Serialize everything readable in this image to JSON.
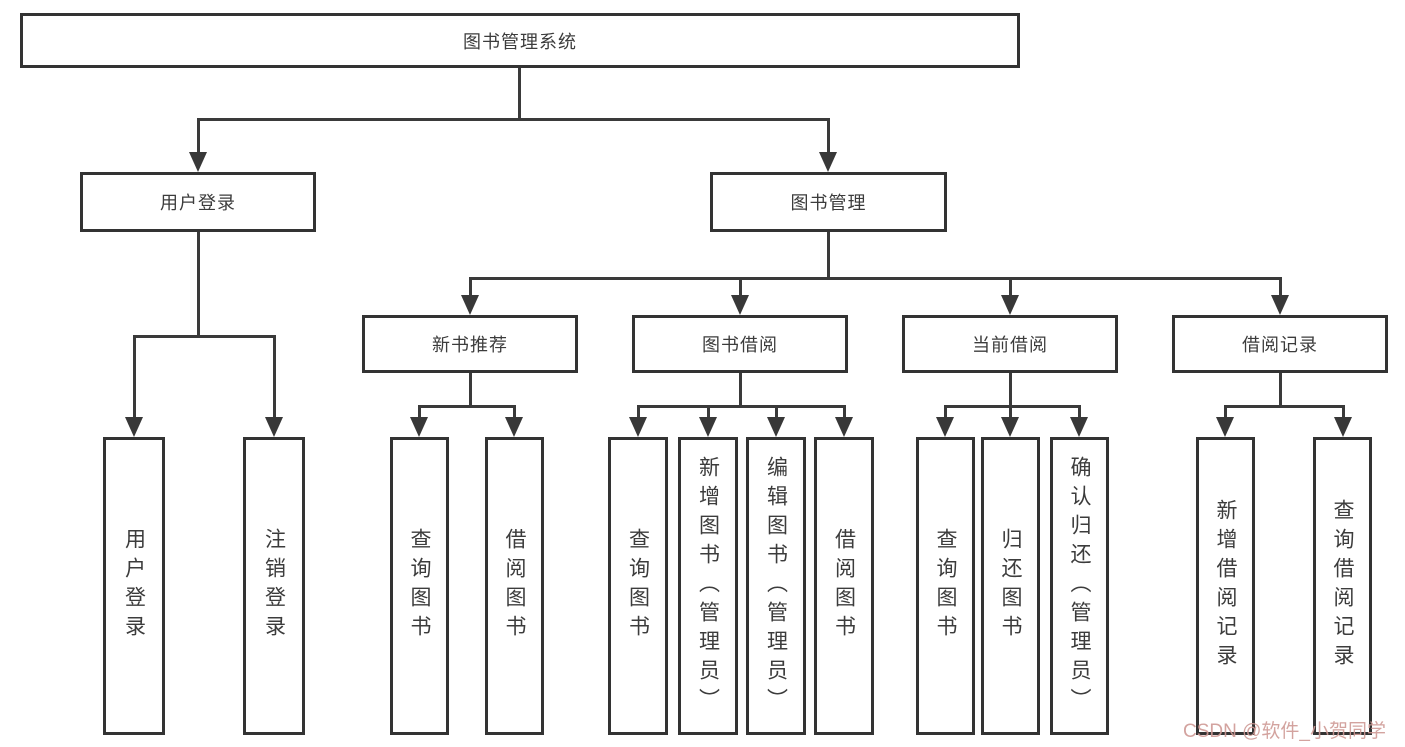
{
  "diagram": {
    "type": "hierarchy-tree",
    "title": "图书管理系统"
  },
  "colors": {
    "background": "#ffffff",
    "box_border": "#333333",
    "connector_line": "#3a3a3a",
    "text": "#3c3c3c",
    "watermark": "#cf9a95"
  },
  "tree": {
    "label": "图书管理系统",
    "children": [
      {
        "label": "用户登录",
        "children": [
          {
            "label": "用户登录"
          },
          {
            "label": "注销登录"
          }
        ]
      },
      {
        "label": "图书管理",
        "children": [
          {
            "label": "新书推荐",
            "children": [
              {
                "label": "查询图书"
              },
              {
                "label": "借阅图书"
              }
            ]
          },
          {
            "label": "图书借阅",
            "children": [
              {
                "label": "查询图书"
              },
              {
                "label": "新增图书（管理员）"
              },
              {
                "label": "编辑图书（管理员）"
              },
              {
                "label": "借阅图书"
              }
            ]
          },
          {
            "label": "当前借阅",
            "children": [
              {
                "label": "查询图书"
              },
              {
                "label": "归还图书"
              },
              {
                "label": "确认归还（管理员）"
              }
            ]
          },
          {
            "label": "借阅记录",
            "children": [
              {
                "label": "新增借阅记录"
              },
              {
                "label": "查询借阅记录"
              }
            ]
          }
        ]
      }
    ]
  },
  "watermark": {
    "text": "CSDN @软件_小贺同学"
  }
}
